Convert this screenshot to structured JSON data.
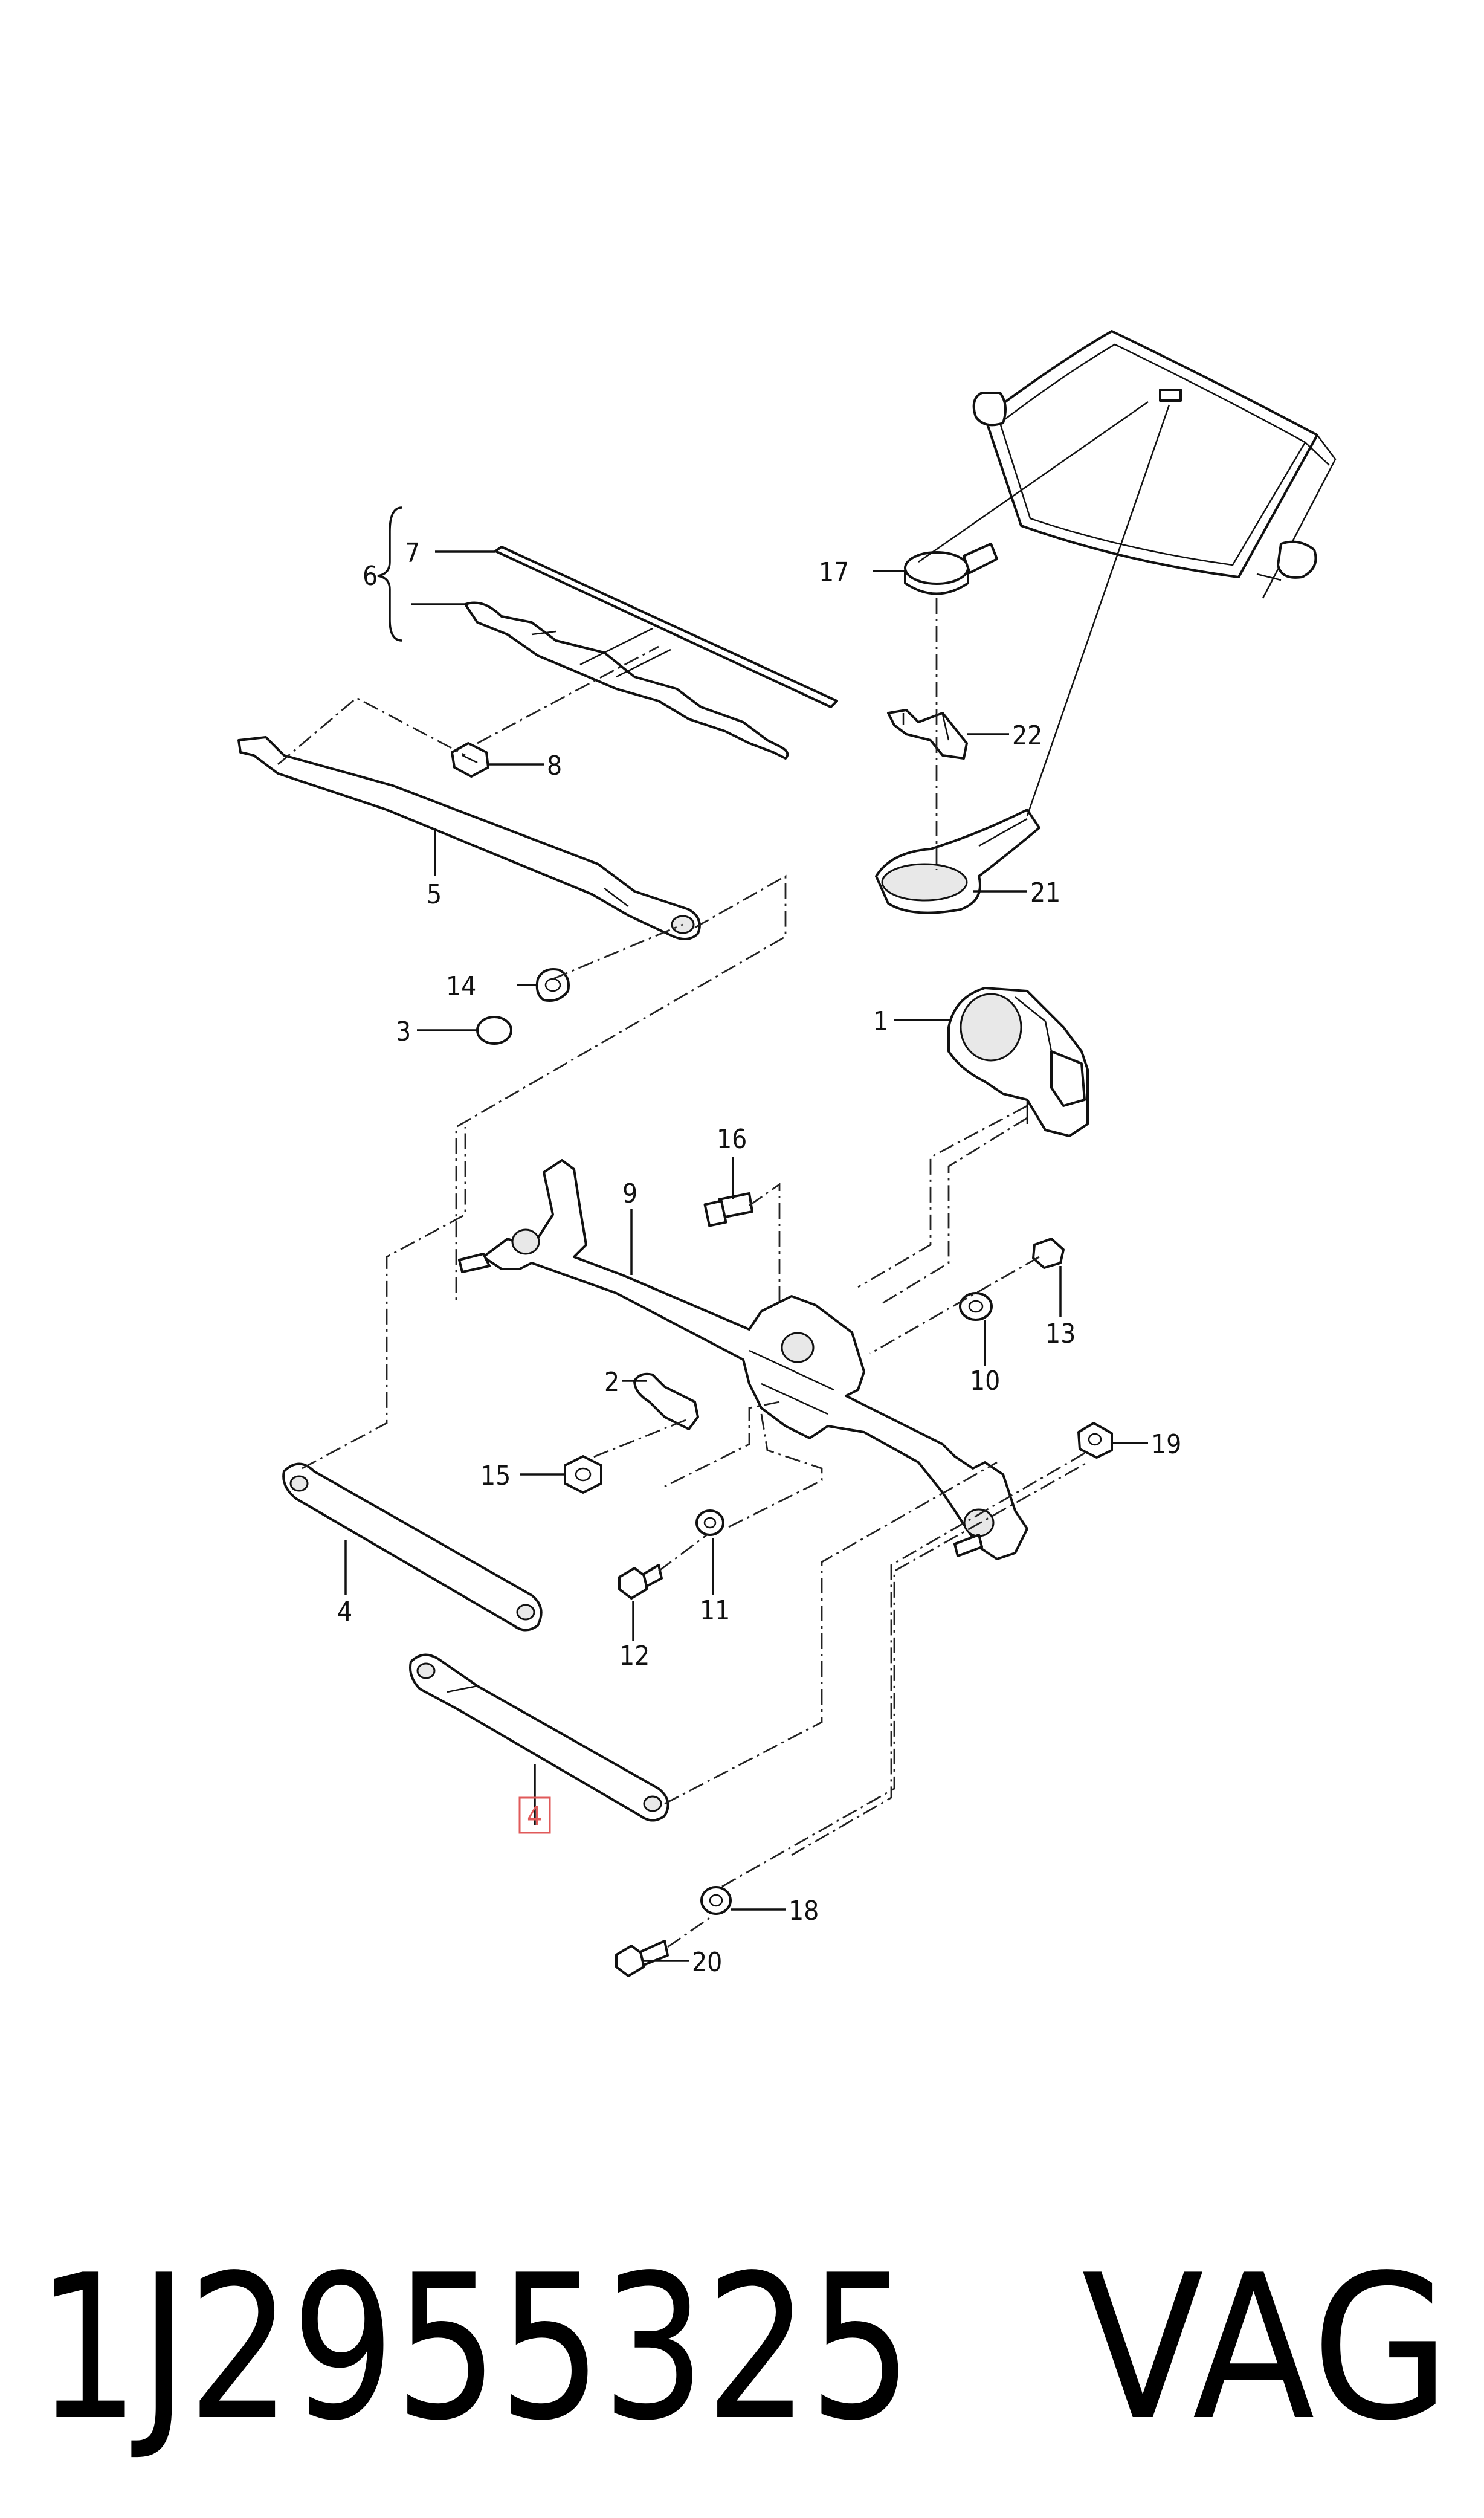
{
  "callouts": {
    "c1": "1",
    "c2": "2",
    "c3": "3",
    "c4a": "4",
    "c4b": "4",
    "c5": "5",
    "c6": "6",
    "c7": "7",
    "c8": "8",
    "c9": "9",
    "c10": "10",
    "c11": "11",
    "c12": "12",
    "c13": "13",
    "c14": "14",
    "c15": "15",
    "c16": "16",
    "c17": "17",
    "c18": "18",
    "c19": "19",
    "c20": "20",
    "c21": "21",
    "c22": "22"
  },
  "footer": {
    "part_number": "1J2955325",
    "brand": "VAG"
  },
  "highlight_color": "#e05a5a"
}
